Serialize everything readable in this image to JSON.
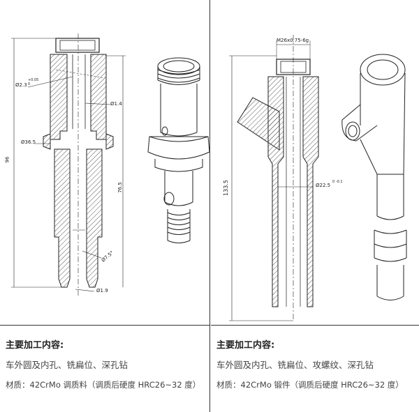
{
  "left": {
    "dims": {
      "thread_hole": "Ø2.3",
      "thread_tol": "+0.05  0",
      "hole_small": "Ø1.4",
      "collar": "Ø36.5",
      "overall_len": "96",
      "inner_len": "76.5",
      "angle": "Ø7.5°",
      "tip_hole": "Ø1.9"
    },
    "heading": "主要加工内容:",
    "process": "车外圆及内孔、铣扁位、深孔钻",
    "material": "材质：42CrMo 调质料（调质后硬度 HRC26~32 度）"
  },
  "right": {
    "dims": {
      "thread": "M26x0.75-6g",
      "bore": "Ø22.5",
      "bore_tol": "0  -0.1",
      "overall_len": "133.5"
    },
    "heading": "主要加工内容:",
    "process": "车外圆及内孔、铣扁位、攻螺纹、深孔钻",
    "material": "材质：42CrMo 锻件（调质后硬度 HRC26~32 度）"
  }
}
